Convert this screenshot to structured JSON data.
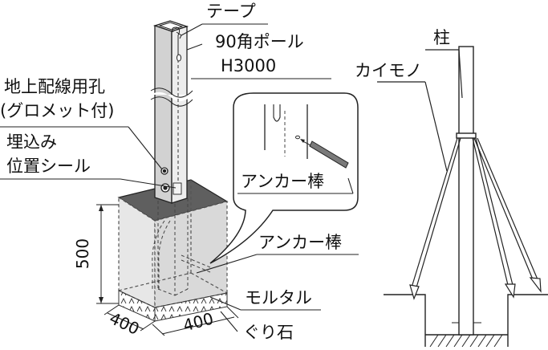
{
  "labels": {
    "tape": "テープ",
    "pole_name": "90角ポール",
    "pole_height": "H3000",
    "wire_hole_line1": "地上配線用孔",
    "wire_hole_line2": "(グロメット付)",
    "marker_line1": "埋込み",
    "marker_line2": "位置シール",
    "anchor_inset": "アンカー棒",
    "anchor_main": "アンカー棒",
    "mortar": "モルタル",
    "gravel": "ぐり石",
    "pillar": "柱",
    "kaimono": "カイモノ"
  },
  "dimensions": {
    "depth": "500",
    "width_a": "400",
    "width_b": "400"
  }
}
